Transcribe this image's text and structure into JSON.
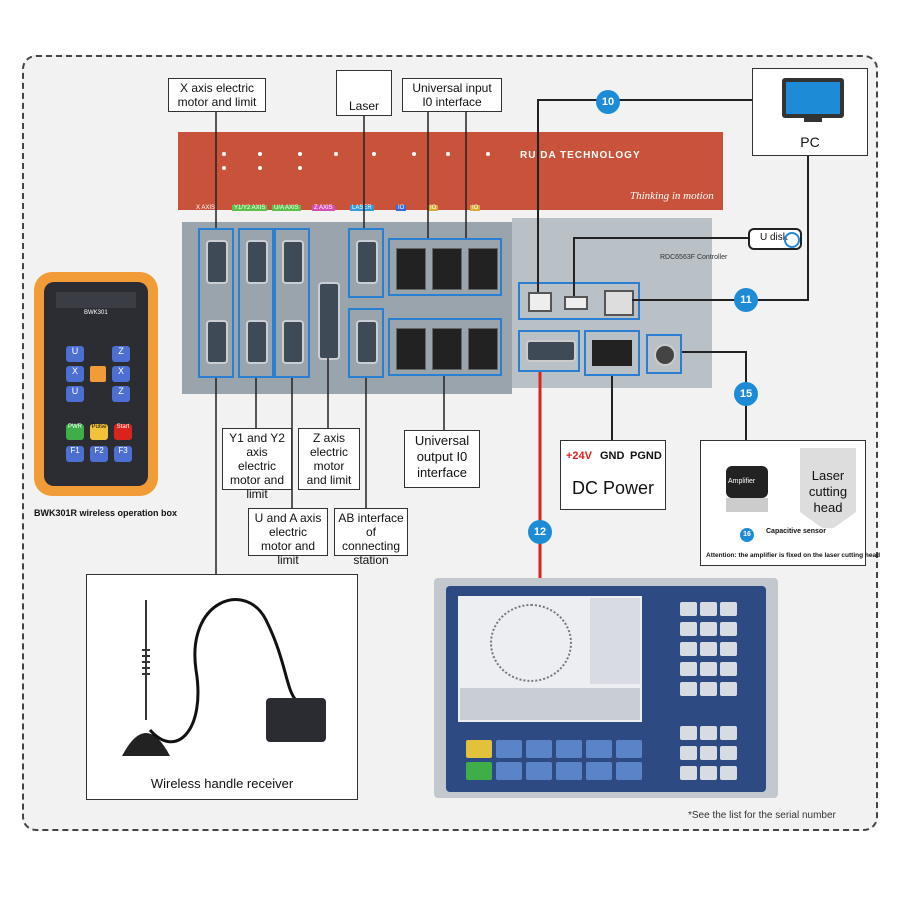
{
  "labels": {
    "x_axis": "X axis electric motor and limit",
    "laser": "Laser",
    "universal_input": "Universal input I0 interface",
    "pc": "PC",
    "udisk": "U disk",
    "y_axis": "Y1 and Y2 axis electric motor and limit",
    "z_axis": "Z axis electric motor and limit",
    "u_a_axis": "U and A axis electric motor and limit",
    "ab_interface": "AB interface of connecting station",
    "universal_output": "Universal output I0 interface",
    "dc_24v": "+24V",
    "dc_gnd": "GND",
    "dc_pgnd": "PGND",
    "dc_power": "DC Power",
    "amplifier": "Amplifier",
    "laser_head": "Laser cutting head",
    "capacitive_sensor": "Capacitive sensor",
    "attention": "Attention: the amplifier is fixed on the laser cutting head",
    "wireless_box": "BWK301R wireless operation box",
    "wireless_receiver": "Wireless handle receiver",
    "footnote": "*See the list for the serial number"
  },
  "badges": [
    "10",
    "11",
    "15",
    "16",
    "12"
  ],
  "controller": {
    "brand": "RUIDA TECHNOLOGY",
    "slogan": "Thinking in motion",
    "model": "RDC6563F Controller",
    "port_labels": [
      "X AXIS",
      "Y1/Y2 AXIS",
      "U/A AXIS",
      "Z AXIS",
      "LASER",
      "IO",
      "IO",
      "IO"
    ]
  },
  "handheld": {
    "model": "BWK301",
    "keys": [
      "U",
      "Z",
      "X",
      "X",
      "U",
      "Z",
      "PWR",
      "Pulse",
      "Start",
      "F1",
      "F2",
      "F3"
    ]
  },
  "colors": {
    "controller_orange": "#c9533a",
    "badge_blue": "#1e8bd6",
    "dc_red": "#d9231c",
    "highlight": "#2a7fd0"
  }
}
